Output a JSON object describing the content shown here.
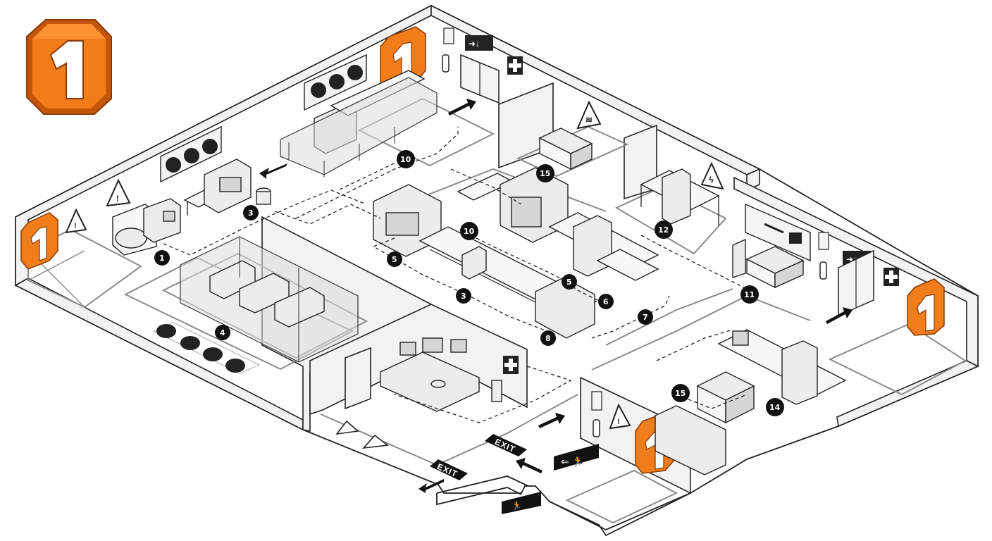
{
  "brand": {
    "badge_text": "1",
    "badge_color": "#f07d1a",
    "badge_dark": "#c4560a"
  },
  "signs": {
    "exit_text": "EXIT"
  },
  "markers": {
    "m1": "1",
    "m3a": "3",
    "m3b": "3",
    "m4": "4",
    "m5a": "5",
    "m5b": "5",
    "m6": "6",
    "m7": "7",
    "m8": "8",
    "m10a": "10",
    "m10b": "10",
    "m11": "11",
    "m12": "12",
    "m14": "14",
    "m15a": "15",
    "m15b": "15"
  },
  "icons": [
    "fire-extinguisher-icon",
    "emergency-exit-icon",
    "first-aid-icon",
    "hazard-warning-icon",
    "electric-hazard-icon",
    "hot-surface-icon",
    "ppe-helmet-icon",
    "ppe-gloves-icon",
    "ppe-goggles-icon",
    "ppe-mask-icon",
    "arrow-icon"
  ]
}
